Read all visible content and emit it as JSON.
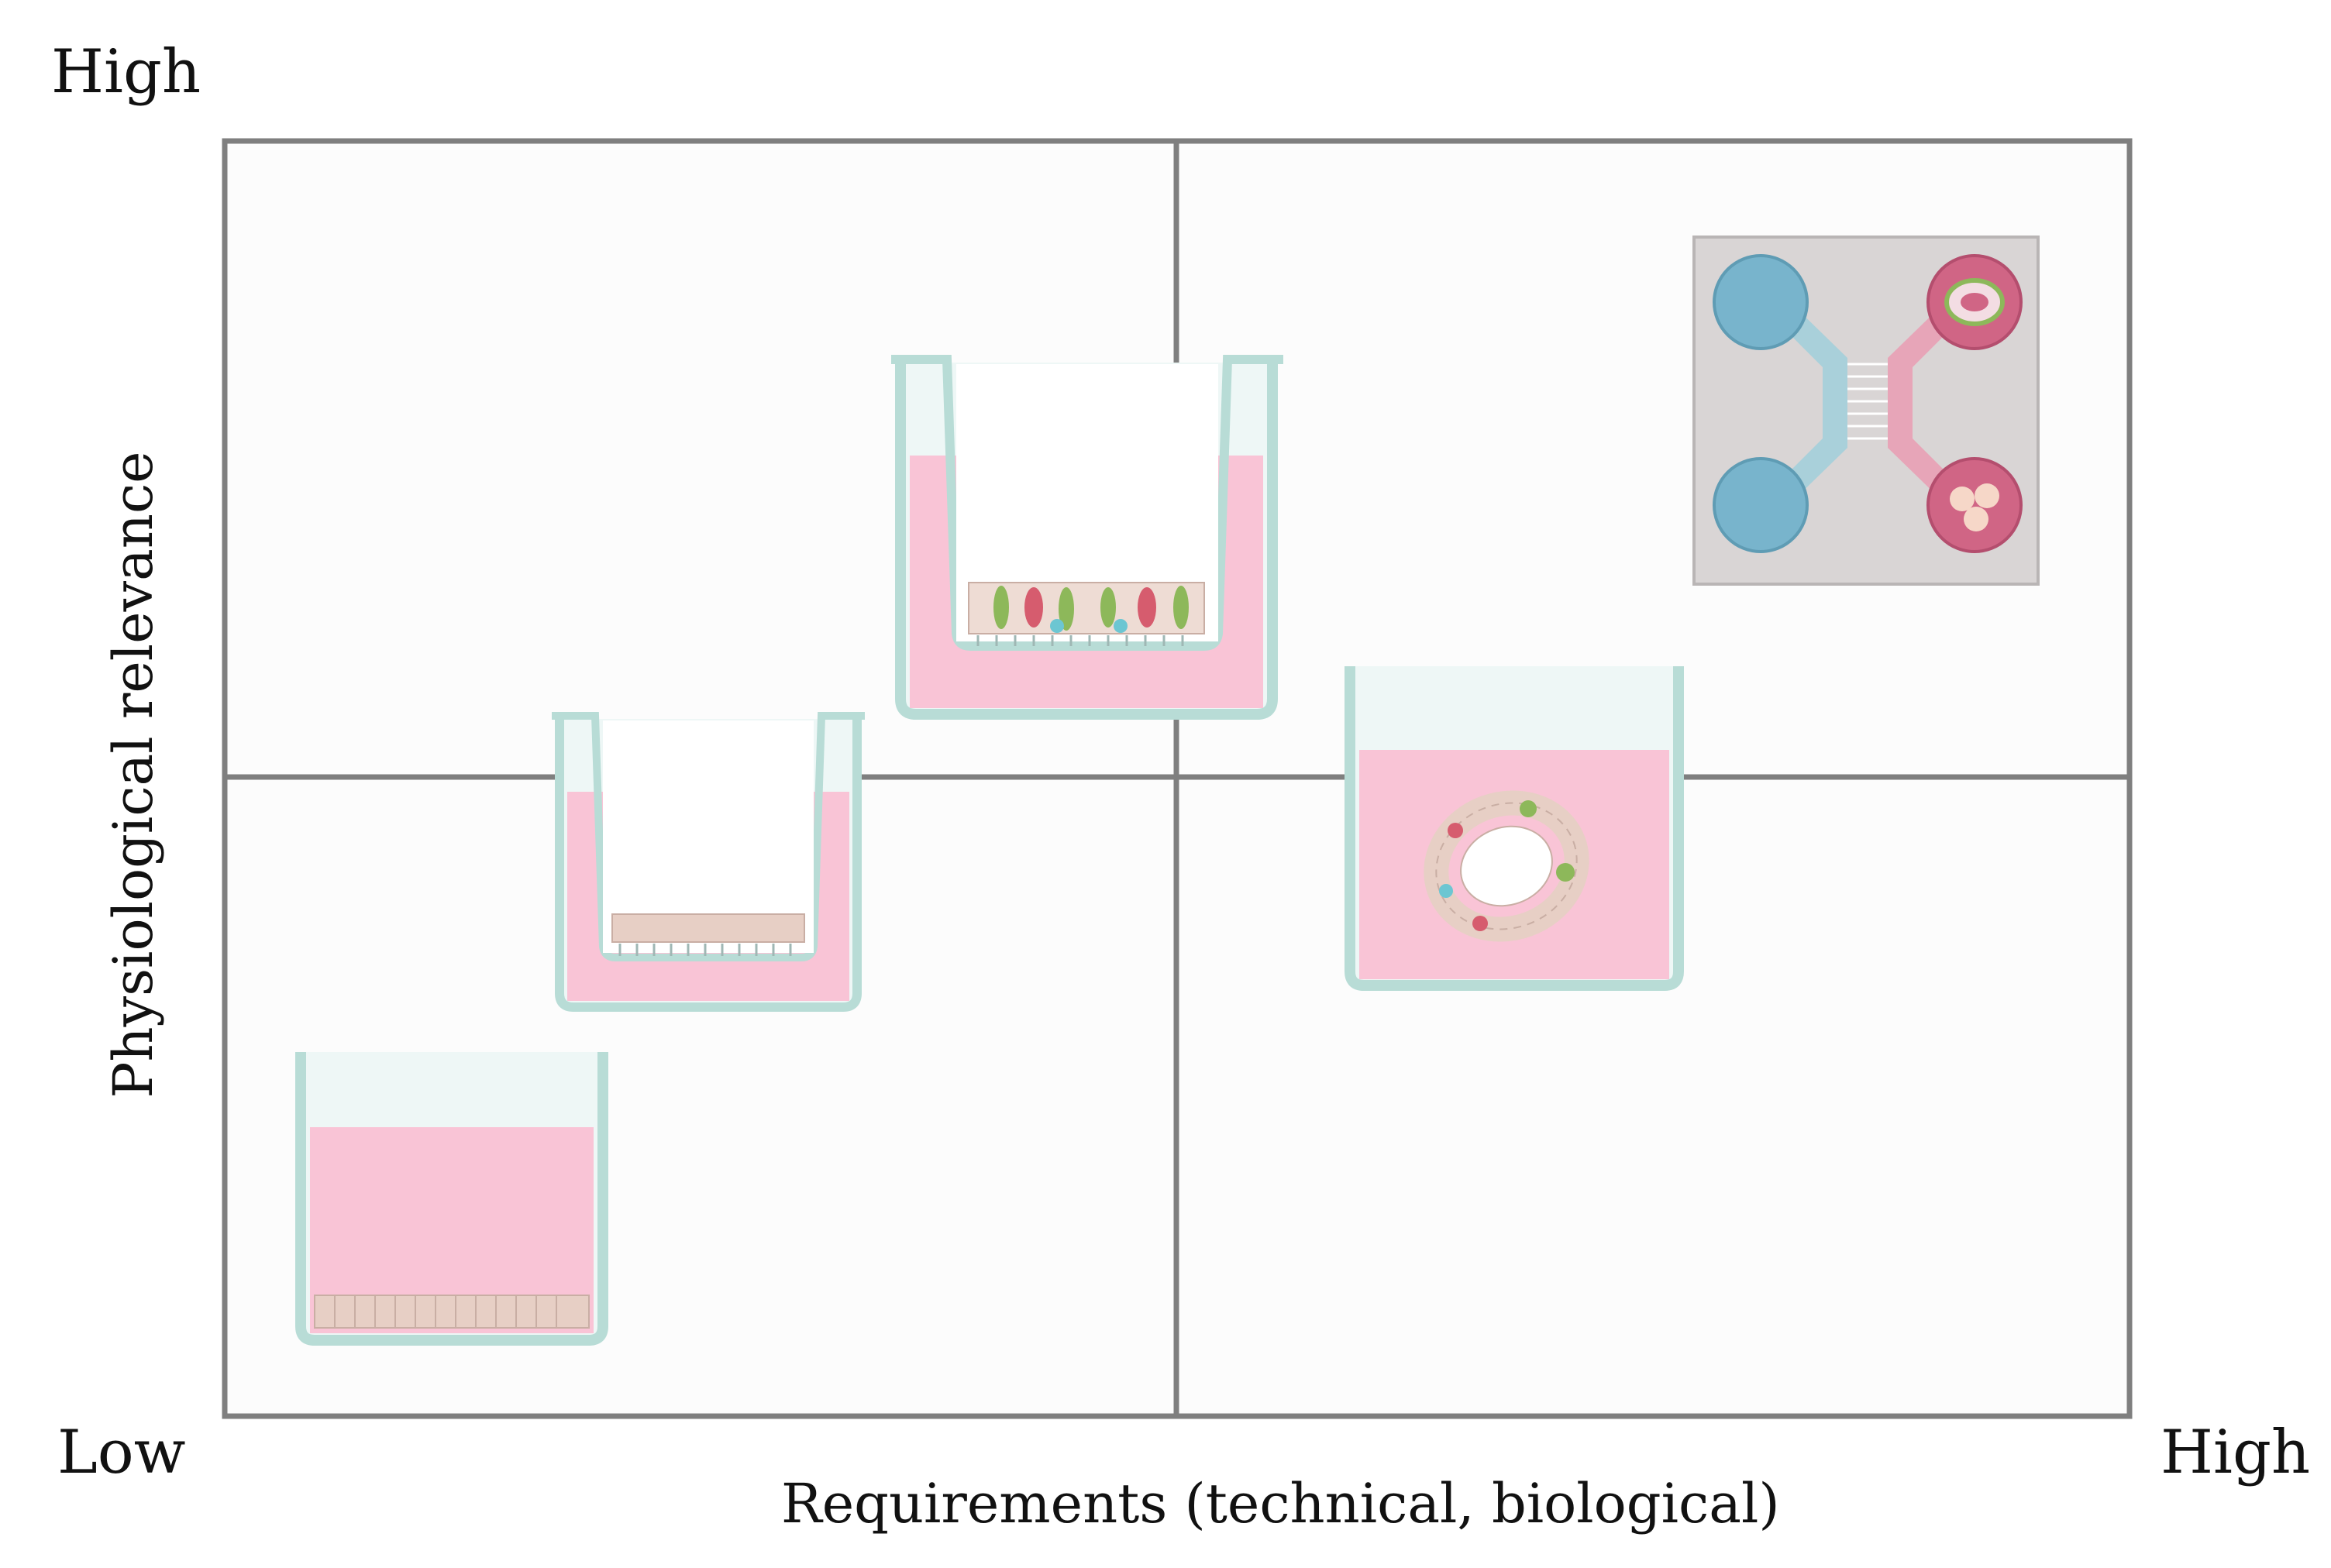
{
  "axes": {
    "y_high_label": "High",
    "x_low_label": "Low",
    "x_high_label": "High",
    "x_title": "Requirements (technical, biological)",
    "y_title": "Physiological relevance"
  },
  "colors": {
    "frame": "#7f7f7f",
    "panel_bg": "#fcfcfc",
    "medium": "#f9c4d6",
    "vessel_edge": "#b8dcd6",
    "vessel_fill": "#eef7f6",
    "cell_monolayer": "#e7cfc5",
    "chip_base": "#d9d5d5",
    "chip_blue": "#78b4cc",
    "chip_pink": "#d06585"
  },
  "models": [
    {
      "icon": "monolayer-well-icon"
    },
    {
      "icon": "transwell-monolayer-icon"
    },
    {
      "icon": "transwell-coculture-icon"
    },
    {
      "icon": "organoid-culture-icon"
    },
    {
      "icon": "organ-on-chip-icon"
    }
  ]
}
